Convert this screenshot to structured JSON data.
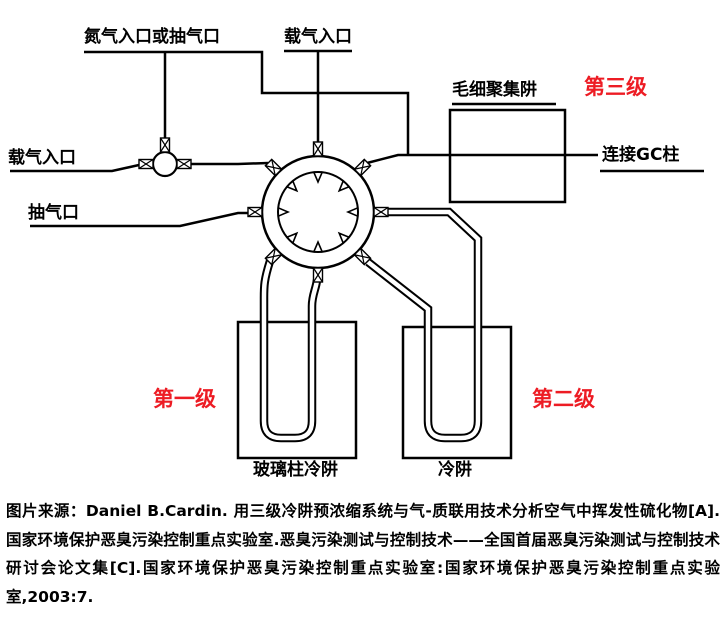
{
  "diagram": {
    "labels": {
      "nitrogen_inlet": "氮气入口或抽气口",
      "carrier_gas_top": "载气入口",
      "carrier_gas_left": "载气入口",
      "pump_port": "抽气口",
      "capillary_trap": "毛细聚集阱",
      "gc_column": "连接GC柱",
      "stage_one": "第一级",
      "stage_two": "第二级",
      "stage_three": "第三级",
      "glass_column_trap": "玻璃柱冷阱",
      "cold_trap": "冷阱"
    },
    "colors": {
      "stage_red": "#ed1c24",
      "line_black": "#000000"
    }
  },
  "caption": {
    "text": "图片来源：Daniel B.Cardin. 用三级冷阱预浓缩系统与气-质联用技术分析空气中挥发性硫化物[A]. 国家环境保护恶臭污染控制重点实验室.恶臭污染测试与控制技术——全国首届恶臭污染测试与控制技术研讨会论文集[C].国家环境保护恶臭污染控制重点实验室:国家环境保护恶臭污染控制重点实验室,2003:7."
  }
}
